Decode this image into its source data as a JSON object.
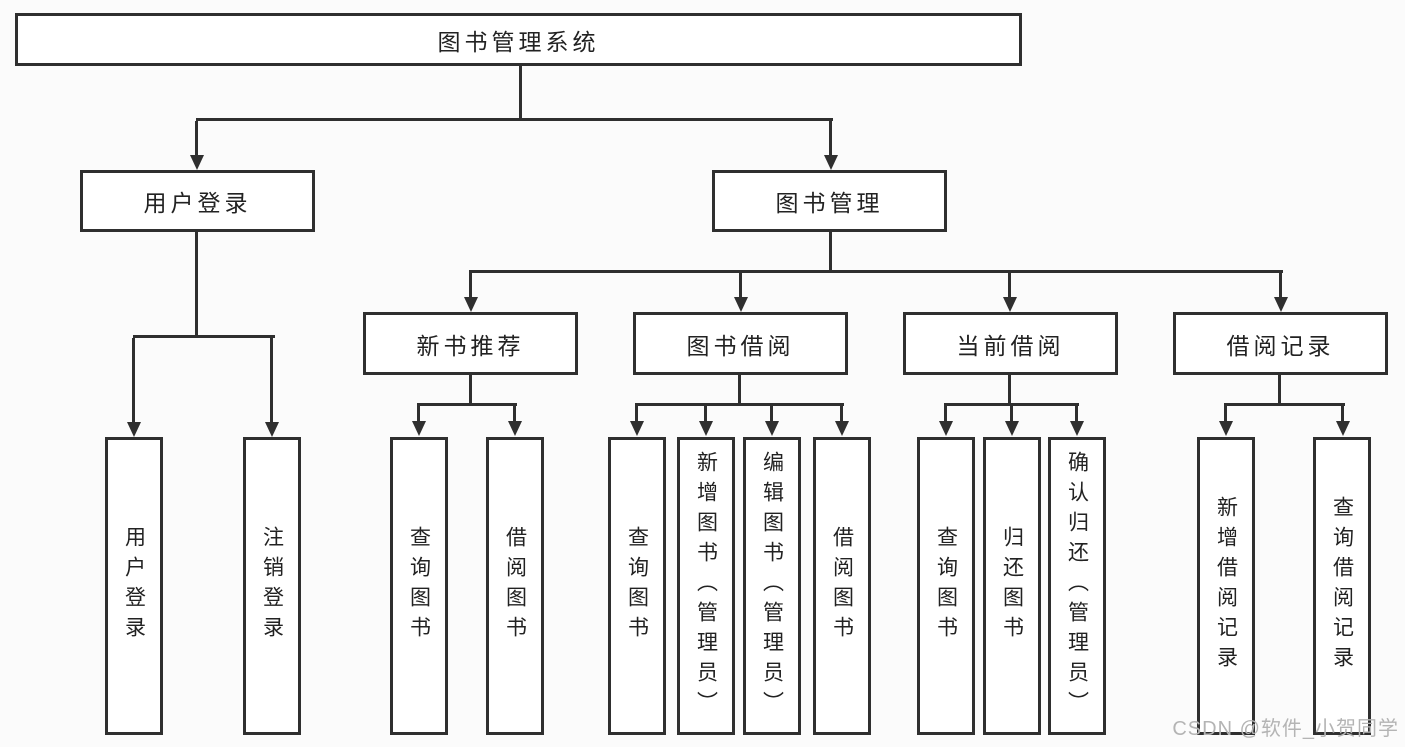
{
  "colors": {
    "line": "#2f2f2f",
    "box_border": "#2f2f2f",
    "box_background": "#ffffff",
    "text": "#222222",
    "watermark_text": "#b4b4b4",
    "page_background": "#fbfbfb"
  },
  "tree": {
    "root_label": "图书管理系统",
    "branches": [
      {
        "label": "用户登录",
        "leaves": [
          "用户登录",
          "注销登录"
        ]
      },
      {
        "label": "图书管理",
        "groups": [
          {
            "label": "新书推荐",
            "leaves": [
              "查询图书",
              "借阅图书"
            ]
          },
          {
            "label": "图书借阅",
            "leaves": [
              "查询图书",
              "新增图书（管理员）",
              "编辑图书（管理员）",
              "借阅图书"
            ]
          },
          {
            "label": "当前借阅",
            "leaves": [
              "查询图书",
              "归还图书",
              "确认归还（管理员）"
            ]
          },
          {
            "label": "借阅记录",
            "leaves": [
              "新增借阅记录",
              "查询借阅记录"
            ]
          }
        ]
      }
    ]
  },
  "watermark": "CSDN @软件_小贺同学"
}
